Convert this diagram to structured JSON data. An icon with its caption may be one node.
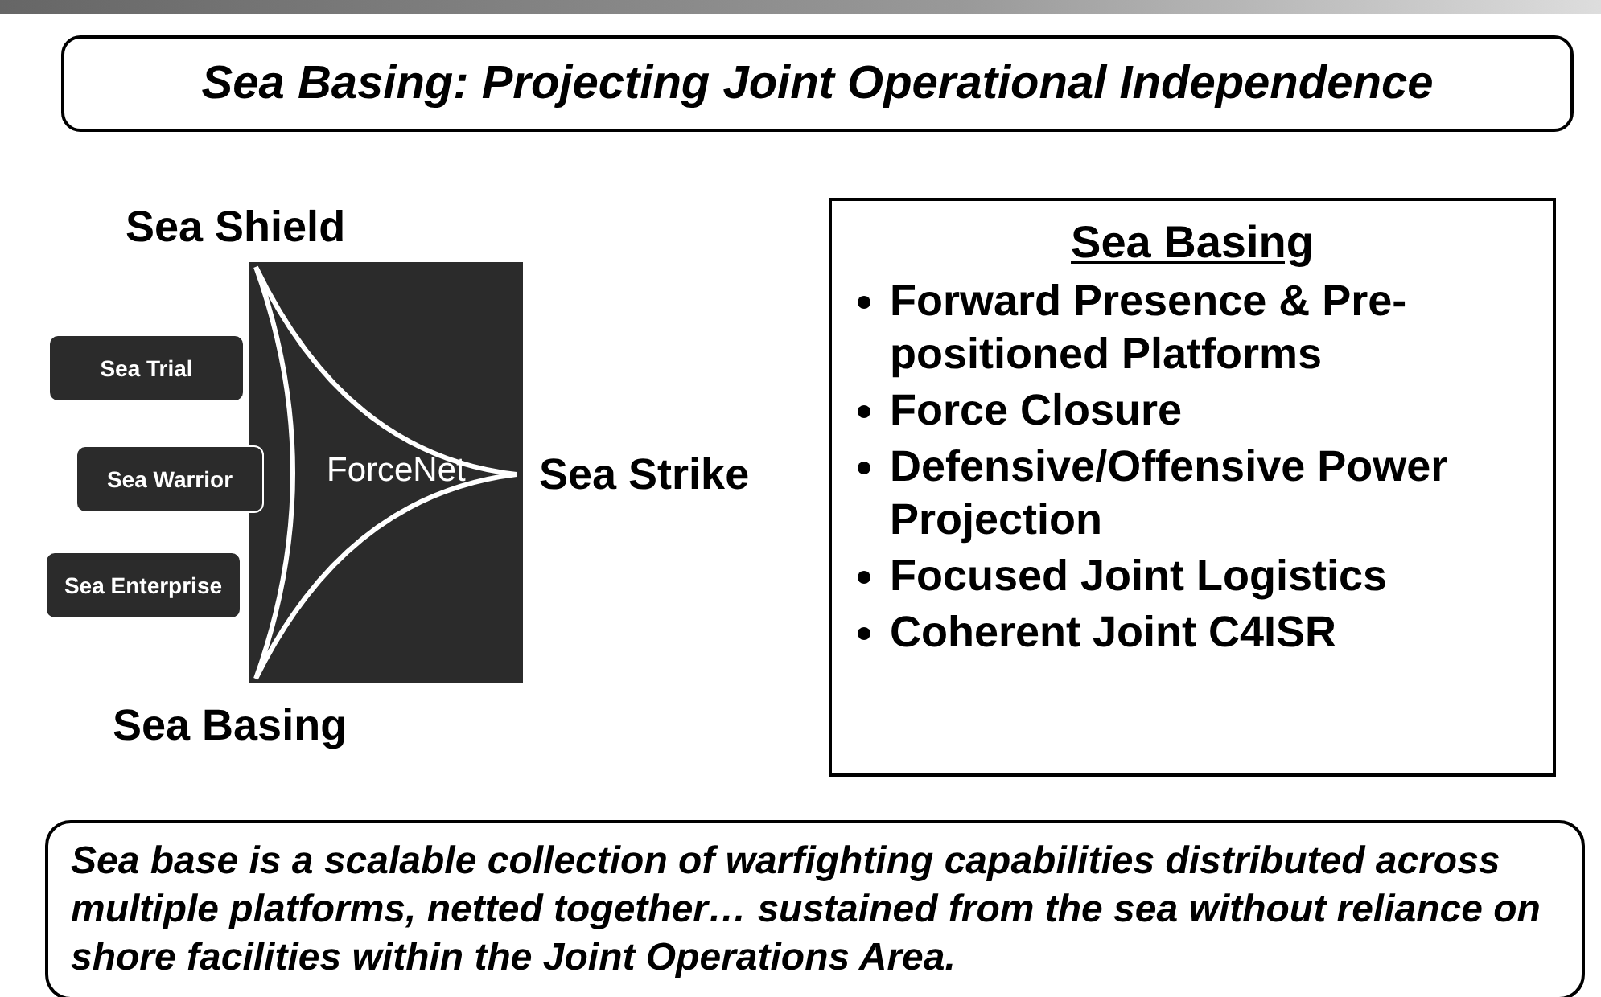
{
  "diagram": {
    "title": "Sea Basing: Projecting Joint Operational Independence",
    "nodes": [
      {
        "text": [
          "ForceNet"
        ]
      },
      {
        "text": [
          "Sea Trial"
        ]
      },
      {
        "text": [
          "Sea Warrior"
        ]
      },
      {
        "text": [
          "Sea Enterprise"
        ]
      },
      {
        "text": [
          "Sea Basing",
          "Forward Presence & Pre-positioned Platforms",
          "Force Closure",
          "Defensive/Offensive Power Projection",
          "Focused Joint Logistics",
          "Coherent Joint C4ISR"
        ]
      }
    ],
    "labels": [
      "Sea Shield",
      "Sea Strike",
      "Sea Basing"
    ],
    "caption": "Sea base is a scalable collection of warfighting capabilities distributed across multiple platforms, netted together… sustained from the sea without reliance on shore facilities within the Joint Operations Area."
  }
}
